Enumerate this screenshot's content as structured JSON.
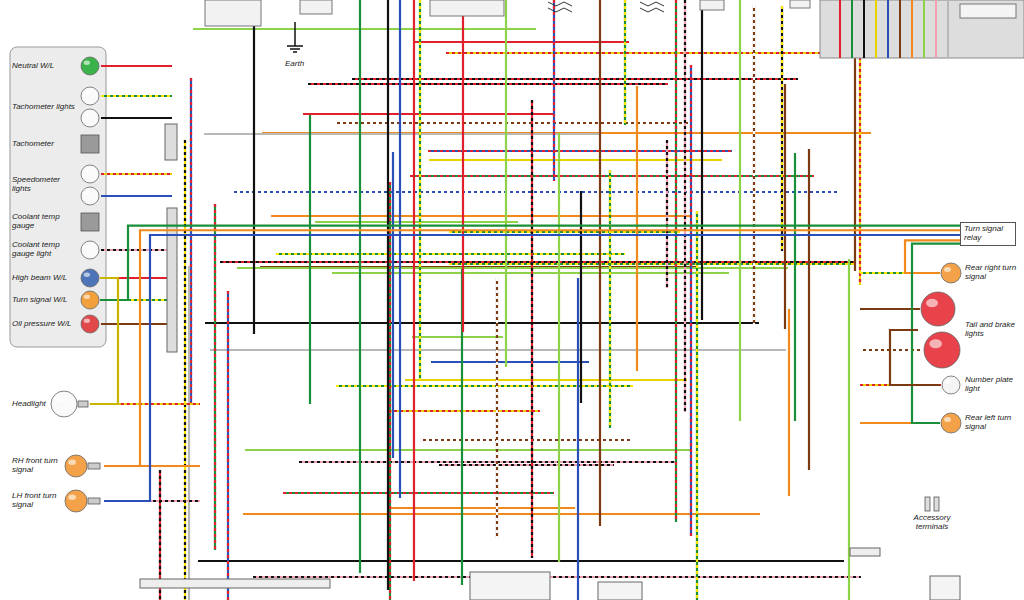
{
  "diagram": {
    "nodes": [
      {
        "text": [
          "Neutral W/L"
        ]
      },
      {
        "text": [
          "Tachometer lights"
        ]
      },
      {
        "text": [
          "Tachometer"
        ]
      },
      {
        "text": [
          "Speedometer lights"
        ]
      },
      {
        "text": [
          "Coolant temp gauge"
        ]
      },
      {
        "text": [
          "Coolant temp gauge light"
        ]
      },
      {
        "text": [
          "High beam W/L"
        ]
      },
      {
        "text": [
          "Turn signal W/L"
        ]
      },
      {
        "text": [
          "Oil pressure W/L"
        ]
      },
      {
        "text": [
          "Headlight"
        ]
      },
      {
        "text": [
          "RH front turn signal"
        ]
      },
      {
        "text": [
          "LH front turn signal"
        ]
      },
      {
        "text": [
          "Turn signal relay"
        ]
      },
      {
        "text": [
          "Rear right turn signal"
        ]
      },
      {
        "text": [
          "Tail and brake lights"
        ]
      },
      {
        "text": [
          "Number plate light"
        ]
      },
      {
        "text": [
          "Rear left turn signal"
        ]
      },
      {
        "text": [
          "Accessory terminals"
        ]
      }
    ],
    "edges": [
      {
        "from": 12,
        "to": 7,
        "arrow": "none"
      },
      {
        "from": 12,
        "to": 10,
        "arrow": "none"
      },
      {
        "from": 12,
        "to": 11,
        "arrow": "none"
      },
      {
        "from": 12,
        "to": 13,
        "arrow": "none"
      },
      {
        "from": 12,
        "to": 16,
        "arrow": "none"
      },
      {
        "from": 9,
        "to": 6,
        "arrow": "none"
      },
      {
        "from": 14,
        "to": 15,
        "arrow": "none"
      }
    ],
    "labels": [
      "Earth"
    ]
  }
}
